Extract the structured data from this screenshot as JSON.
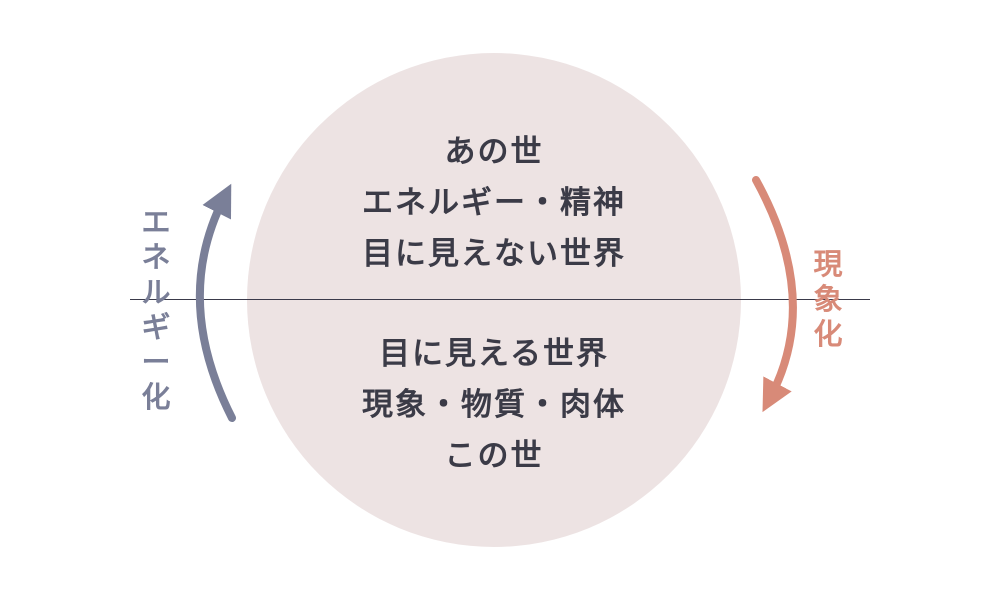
{
  "diagram": {
    "upper_lines": [
      "あの世",
      "エネルギー・精神",
      "目に見えない世界"
    ],
    "lower_lines": [
      "目に見える世界",
      "現象・物質・肉体",
      "この世"
    ],
    "left_arrow": {
      "label": [
        "エ",
        "ネ",
        "ル",
        "ギ",
        "ー",
        "化"
      ],
      "direction": "up",
      "color": "#7a7f98"
    },
    "right_arrow": {
      "label": [
        "現",
        "象",
        "化"
      ],
      "direction": "down",
      "color": "#d88a78"
    },
    "colors": {
      "circle_fill": "#ede3e3",
      "text": "#3b3b47",
      "divider": "#3a3a4a"
    }
  }
}
